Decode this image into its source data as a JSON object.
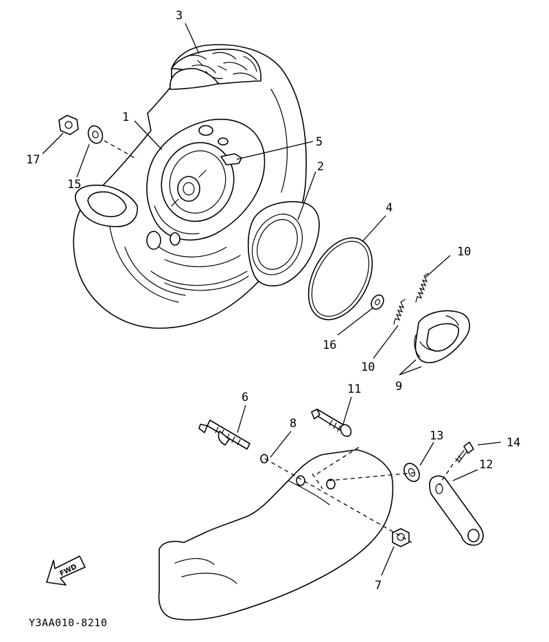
{
  "diagram": {
    "drawing_code": "Y3AA010-8210",
    "direction_label": "FWD",
    "callouts": [
      {
        "id": "c1",
        "label": "1"
      },
      {
        "id": "c2",
        "label": "2"
      },
      {
        "id": "c3",
        "label": "3"
      },
      {
        "id": "c4",
        "label": "4"
      },
      {
        "id": "c5",
        "label": "5"
      },
      {
        "id": "c6",
        "label": "6"
      },
      {
        "id": "c7",
        "label": "7"
      },
      {
        "id": "c8",
        "label": "8"
      },
      {
        "id": "c9",
        "label": "9"
      },
      {
        "id": "c10a",
        "label": "10"
      },
      {
        "id": "c10b",
        "label": "10"
      },
      {
        "id": "c11",
        "label": "11"
      },
      {
        "id": "c12",
        "label": "12"
      },
      {
        "id": "c13",
        "label": "13"
      },
      {
        "id": "c14",
        "label": "14"
      },
      {
        "id": "c15",
        "label": "15"
      },
      {
        "id": "c16",
        "label": "16"
      },
      {
        "id": "c17",
        "label": "17"
      }
    ]
  }
}
